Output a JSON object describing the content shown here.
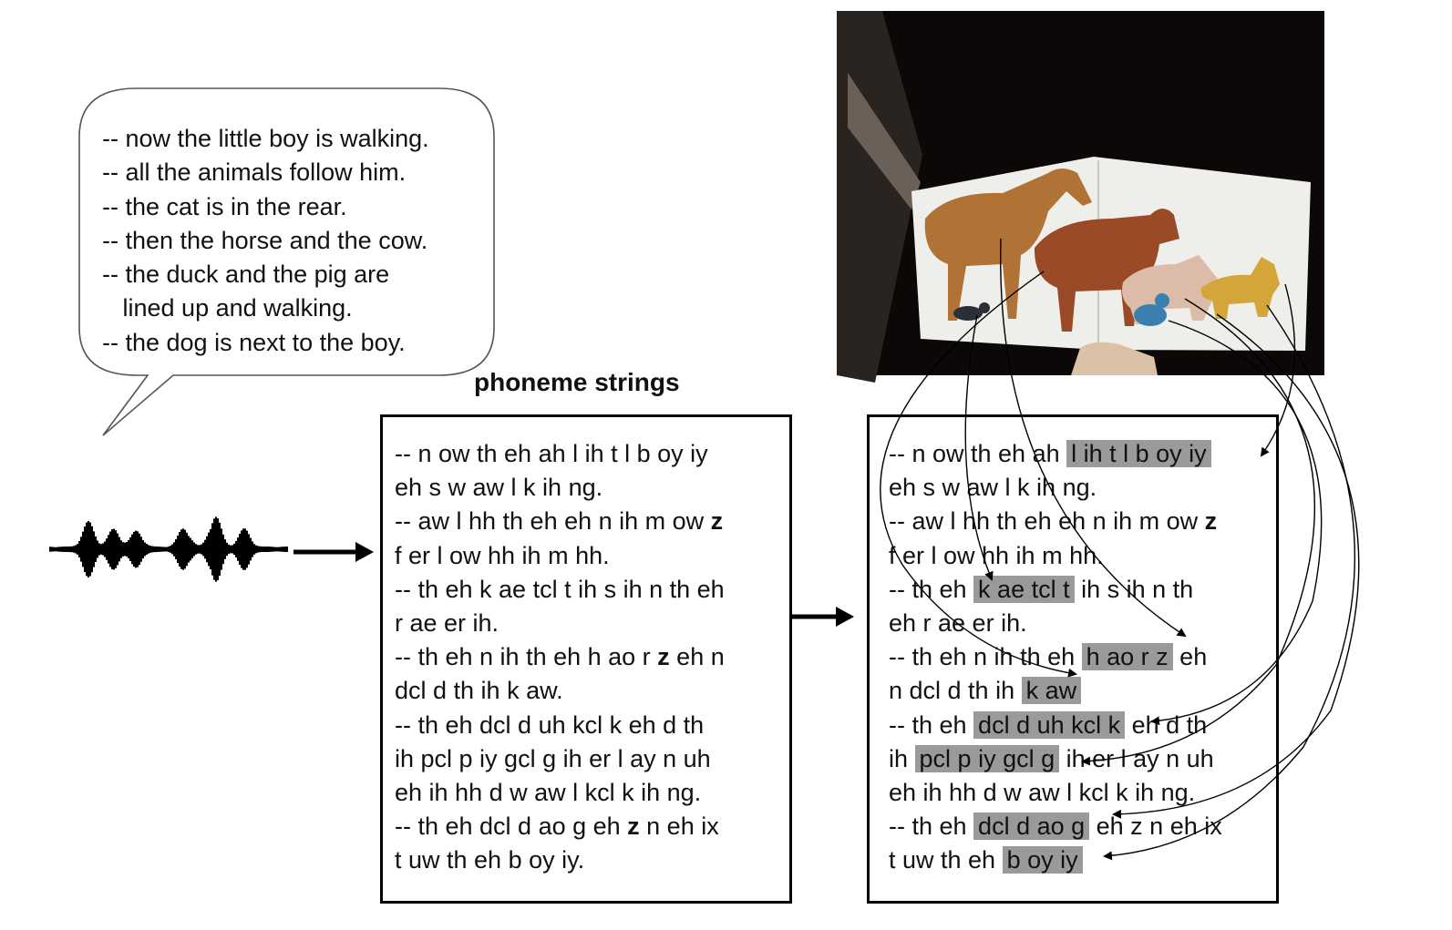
{
  "speech_bubble": {
    "lines": [
      "-- now the little boy is walking.",
      "-- all the animals follow him.",
      "-- the cat is in the rear.",
      "-- then the horse and the cow.",
      "-- the duck and the pig are",
      "   lined up and walking.",
      "-- the dog is next to the boy."
    ]
  },
  "phoneme_caption": "phoneme strings",
  "phoneme_box": {
    "lines": [
      [
        {
          "t": "-- n ow th eh ah l ih t l b oy iy"
        }
      ],
      [
        {
          "t": "eh s w aw l k ih ng."
        }
      ],
      [
        {
          "t": "-- aw l hh th eh eh n ih m ow "
        },
        {
          "t": "z",
          "bold": true
        }
      ],
      [
        {
          "t": "f er l ow hh ih m hh."
        }
      ],
      [
        {
          "t": "-- th eh k ae tcl t ih s ih n th eh"
        }
      ],
      [
        {
          "t": "r ae er ih."
        }
      ],
      [
        {
          "t": "-- th eh n ih th eh h ao r "
        },
        {
          "t": "z",
          "bold": true
        },
        {
          "t": " eh n"
        }
      ],
      [
        {
          "t": "dcl d th ih k aw."
        }
      ],
      [
        {
          "t": "-- th eh dcl d uh kcl k eh d th"
        }
      ],
      [
        {
          "t": "ih pcl p iy gcl g ih er l ay n uh"
        }
      ],
      [
        {
          "t": "eh ih hh d w aw l kcl k ih ng."
        }
      ],
      [
        {
          "t": "-- th eh dcl d ao g eh "
        },
        {
          "t": "z",
          "bold": true
        },
        {
          "t": " n eh ix"
        }
      ],
      [
        {
          "t": "t uw th eh b oy iy."
        }
      ]
    ]
  },
  "aligned_box": {
    "lines": [
      [
        {
          "t": "-- n ow th eh ah "
        },
        {
          "t": "l ih t l b oy iy",
          "hl": true
        }
      ],
      [
        {
          "t": "eh s w aw l k ih ng."
        }
      ],
      [
        {
          "t": "-- aw l hh th eh eh n ih m ow "
        },
        {
          "t": "z",
          "bold": true
        }
      ],
      [
        {
          "t": "f er l ow hh ih m hh."
        }
      ],
      [
        {
          "t": "-- th eh "
        },
        {
          "t": "k ae tcl t",
          "hl": true
        },
        {
          "t": " ih s ih n th"
        }
      ],
      [
        {
          "t": "eh r ae er ih."
        }
      ],
      [
        {
          "t": "-- th eh n ih th eh "
        },
        {
          "t": "h ao r z",
          "hl": true
        },
        {
          "t": " eh"
        }
      ],
      [
        {
          "t": "n dcl d th ih "
        },
        {
          "t": "k aw",
          "hl": true
        }
      ],
      [
        {
          "t": "-- th eh "
        },
        {
          "t": "dcl d uh kcl k",
          "hl": true
        },
        {
          "t": " eh d th"
        }
      ],
      [
        {
          "t": "ih "
        },
        {
          "t": "pcl p iy gcl g",
          "hl": true
        },
        {
          "t": " ih er l ay n uh"
        }
      ],
      [
        {
          "t": "eh ih hh d w aw l kcl k ih ng."
        }
      ],
      [
        {
          "t": "-- th eh "
        },
        {
          "t": "dcl d ao g",
          "hl": true
        },
        {
          "t": " eh z n eh ix"
        }
      ],
      [
        {
          "t": "t uw th eh "
        },
        {
          "t": "b oy iy",
          "hl": true
        }
      ]
    ]
  },
  "colors": {
    "highlight": "#9a9a9a",
    "photo_background": "#0c0807",
    "book_page": "#eeeeea",
    "horse": "#b07235",
    "cow": "#9a4a26",
    "pig": "#dcbca8",
    "dog": "#d4a63a"
  },
  "icons": [
    "speech-bubble",
    "waveform-icon",
    "right-arrow-icon",
    "photo-of-picture-book"
  ]
}
